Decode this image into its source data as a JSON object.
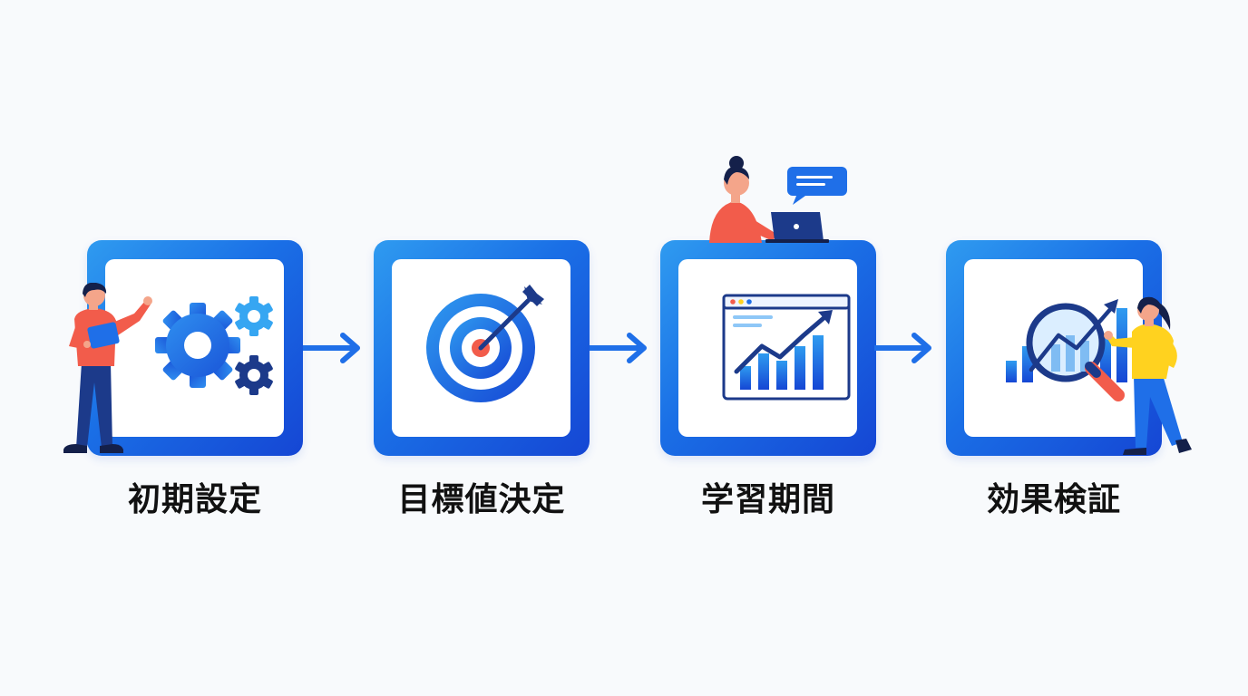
{
  "colors": {
    "background": "#f8fafc",
    "box_gradient_start": "#2f9bf0",
    "box_gradient_end": "#1546d4",
    "accent_blue": "#1f6fe8",
    "navy": "#1c3a8a",
    "coral": "#f25c4b",
    "yellow": "#ffd21f",
    "label_text": "#111111"
  },
  "steps": [
    {
      "label": "初期設定",
      "icon": "gears-icon"
    },
    {
      "label": "目標値決定",
      "icon": "target-icon"
    },
    {
      "label": "学習期間",
      "icon": "growth-chart-icon"
    },
    {
      "label": "効果検証",
      "icon": "magnifier-chart-icon"
    }
  ]
}
